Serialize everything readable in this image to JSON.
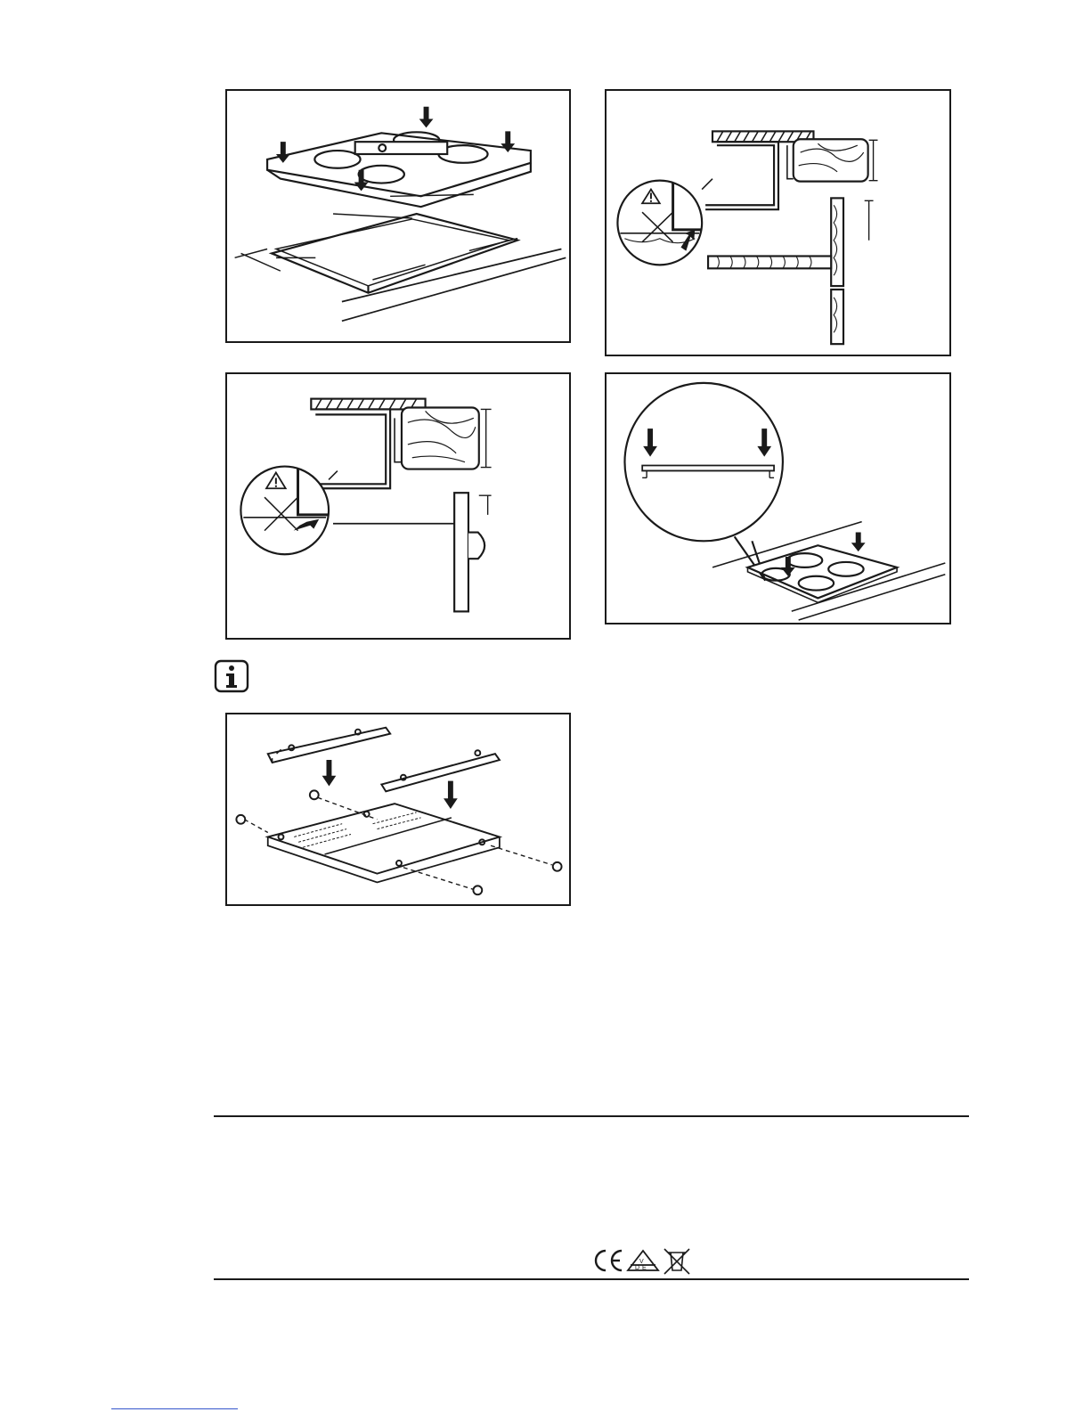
{
  "page": {
    "figures": [
      {
        "id": "fig-hob-placement",
        "icon": "hob-installation-diagram"
      },
      {
        "id": "fig-cutout-clearance-oven",
        "icon": "warning-triangle-icon"
      },
      {
        "id": "fig-cutout-clearance-door",
        "icon": "warning-triangle-icon"
      },
      {
        "id": "fig-pressing-hob",
        "icon": "magnifier-detail-diagram"
      },
      {
        "id": "fig-bracket-assembly",
        "icon": "bracket-screws-diagram"
      }
    ],
    "info_icon": "info-icon",
    "footer_marks": [
      "ce-mark-icon",
      "vde-mark-icon",
      "weee-bin-icon"
    ],
    "colors": {
      "ink": "#1a1a1a",
      "link": "#3355cc"
    }
  }
}
